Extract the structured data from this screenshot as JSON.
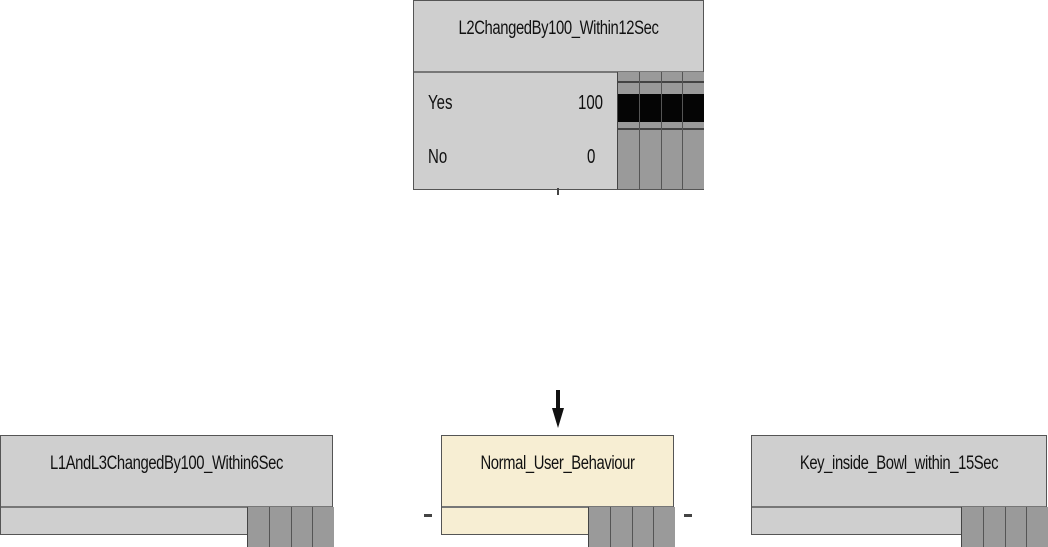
{
  "nodes": {
    "l2_changed": {
      "title": "L2ChangedBy100_Within12Sec",
      "states": [
        {
          "label": "Yes",
          "value": "100",
          "fraction": 1.0
        },
        {
          "label": "No",
          "value": "0",
          "fraction": 0.0
        }
      ]
    },
    "l1_l3_changed": {
      "title": "L1AndL3ChangedBy100_Within6Sec"
    },
    "normal_user": {
      "title": "Normal_User_Behaviour"
    },
    "key_inside_bowl": {
      "title": "Key_inside_Bowl_within_15Sec"
    }
  },
  "colors": {
    "node_gray": "#cfcfcf",
    "node_cream": "#f7eed3",
    "bar_bg": "#9a9a9a",
    "bar_fill": "#050505"
  }
}
